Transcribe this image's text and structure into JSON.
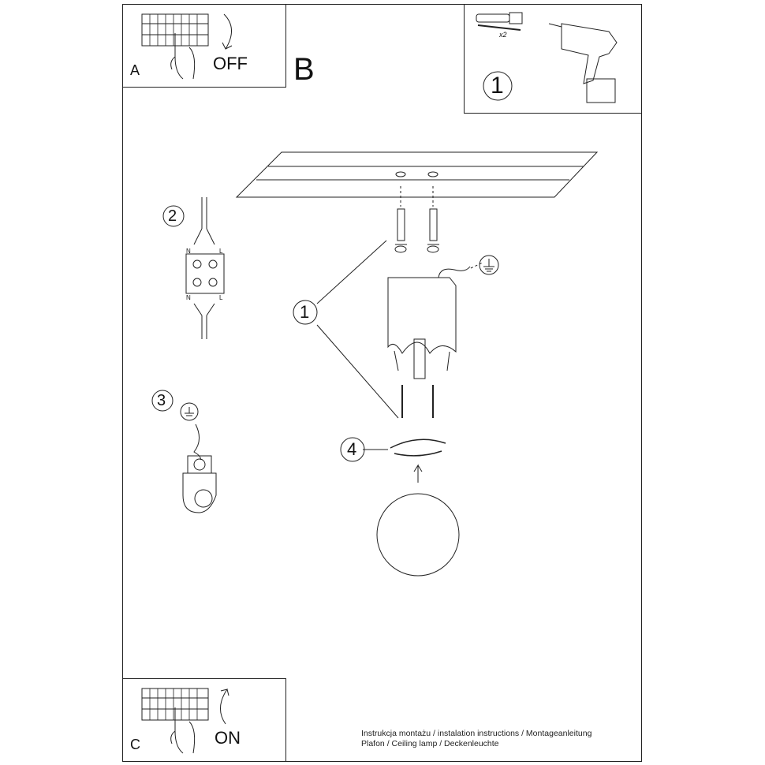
{
  "panels": {
    "a": {
      "letter": "A",
      "label": "OFF"
    },
    "b": {
      "letter": "B"
    },
    "c": {
      "letter": "C",
      "label": "ON"
    }
  },
  "tools": {
    "step": "1",
    "quantity": "x2"
  },
  "steps": {
    "wiring": {
      "step": "2",
      "top_left": "N",
      "top_right": "L",
      "bottom_left": "N",
      "bottom_right": "L"
    },
    "ground": {
      "step": "3"
    },
    "mount": {
      "step": "1"
    },
    "ring": {
      "step": "4"
    }
  },
  "footer": {
    "line1": "Instrukcja montażu / instalation instructions / Montageanleitung",
    "line2": "Plafon / Ceiling lamp / Deckenleuchte"
  },
  "colors": {
    "line": "#222222",
    "background": "#ffffff"
  }
}
